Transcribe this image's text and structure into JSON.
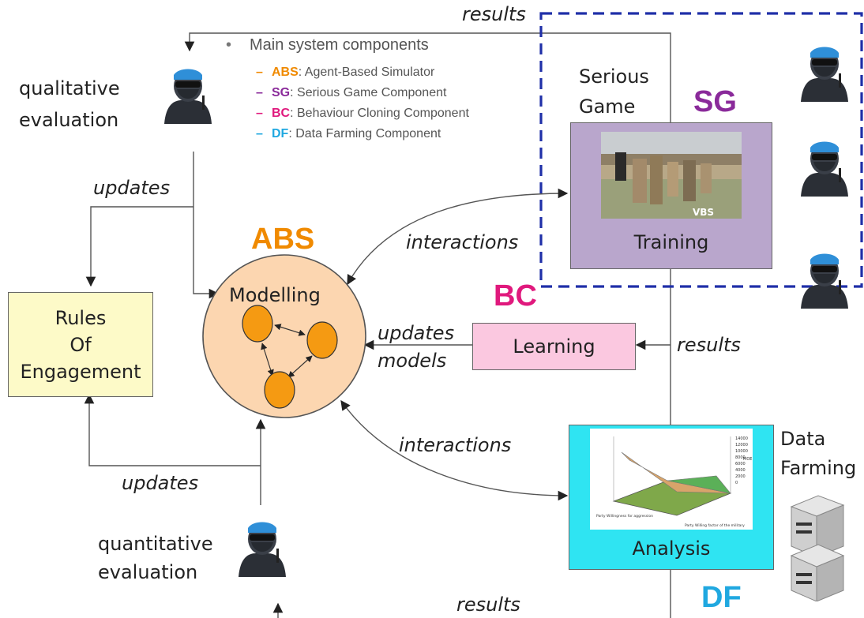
{
  "legend": {
    "header": "Main system components",
    "items": [
      {
        "abbr": "ABS",
        "desc": ": Agent-Based Simulator",
        "color": "#f08a00"
      },
      {
        "abbr": "SG",
        "desc": ": Serious Game Component",
        "color": "#8a2a9a"
      },
      {
        "abbr": "BC",
        "desc": ": Behaviour Cloning Component",
        "color": "#e0197d"
      },
      {
        "abbr": "DF",
        "desc": ": Data Farming Component",
        "color": "#20a8e0"
      }
    ]
  },
  "labels": {
    "results_top": "results",
    "qualitative_1": "qualitative",
    "qualitative_2": "evaluation",
    "updates_left": "updates",
    "interactions_top": "interactions",
    "updates_models_1": "updates",
    "updates_models_2": "models",
    "results_mid": "results",
    "interactions_bottom": "interactions",
    "updates_bottom": "updates",
    "quantitative_1": "quantitative",
    "quantitative_2": "evaluation",
    "results_bottom": "results"
  },
  "components": {
    "abs_title": "ABS",
    "abs_modelling": "Modelling",
    "sg_title": "SG",
    "sg_name_1": "Serious",
    "sg_name_2": "Game",
    "sg_training": "Training",
    "sg_screenshot_logo": "VBS",
    "bc_title": "BC",
    "bc_learning": "Learning",
    "df_title": "DF",
    "df_name_1": "Data",
    "df_name_2": "Farming",
    "df_analysis": "Analysis",
    "roe_1": "Rules",
    "roe_2": "Of",
    "roe_3": "Engagement"
  },
  "chart_axis": {
    "y_ticks": [
      "14000",
      "12000",
      "10000",
      "8000",
      "6000",
      "4000",
      "2000",
      "0"
    ],
    "z_label": "MOE",
    "x_label": "Party Willingness for aggression",
    "y_label": "Party Willing factor of the military"
  },
  "colors": {
    "abs_circle": "#fcd6b0",
    "node": "#f59a12",
    "sg_box": "#b9a6cc",
    "bc_box": "#fbc8e0",
    "df_box": "#2fe4f2",
    "roe_box": "#fdfac8",
    "dashed": "#1f2fa8"
  }
}
